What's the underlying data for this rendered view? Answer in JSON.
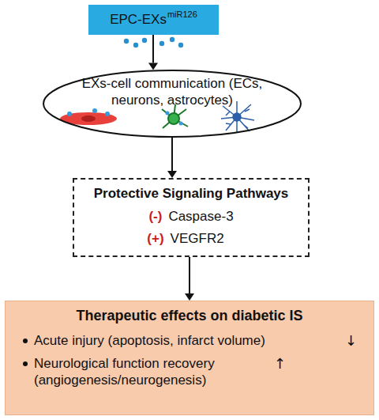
{
  "diagram": {
    "nodes": [
      {
        "text": [
          "EPC-EXs",
          "miR126"
        ]
      },
      {
        "text": [
          "EXs-cell communication (ECs, neurons, astrocytes)"
        ]
      },
      {
        "text": [
          "Protective Signaling Pathways",
          "(-)",
          "Caspase-3",
          "(+)",
          "VEGFR2"
        ]
      },
      {
        "text": [
          "Therapeutic effects on diabetic IS",
          "Acute injury (apoptosis, infarct volume)",
          "↓",
          "Neurological function recovery (angiogenesis/neurogenesis)",
          "↑"
        ]
      }
    ],
    "edges": [
      {
        "from": 0,
        "to": 1,
        "arrow": "to"
      },
      {
        "from": 1,
        "to": 2,
        "arrow": "to"
      },
      {
        "from": 2,
        "to": 3,
        "arrow": "to"
      }
    ]
  }
}
